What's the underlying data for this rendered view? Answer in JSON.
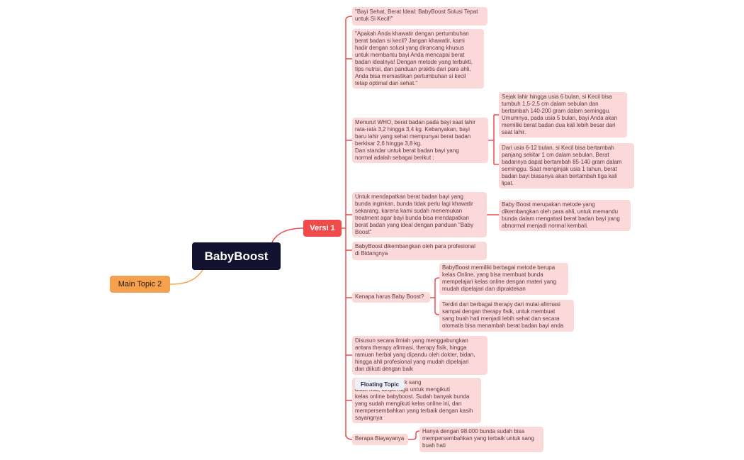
{
  "root": {
    "label": "BabyBoost"
  },
  "main_topic_2": {
    "label": "Main Topic 2"
  },
  "versi": {
    "label": "Versi 1"
  },
  "floating_topic": {
    "label": "Floating Topic"
  },
  "topics": [
    {
      "text": "\"Bayi Sehat, Berat Ideal: BabyBoost Solusi Tepat\nuntuk Si Kecil!\""
    },
    {
      "text": "\"Apakah Anda khawatir dengan pertumbuhan\nberat badan si kecil? Jangan khawatir, kami\nhadir dengan solusi yang dirancang khusus\nuntuk membantu bayi Anda mencapai berat\nbadan idealnya! Dengan metode yang terbukti,\ntips nutrisi, dan panduan praktis dari para ahli,\nAnda bisa memastikan pertumbuhan si kecil\ntetap optimal dan sehat.\""
    },
    {
      "text": "Menurut WHO, berat badan pada bayi saat lahir\nrata-rata 3,2 hingga 3,4 kg. Kebanyakan, bayi\nbaru lahir yang sehat mempunyai berat badan\nberkisar 2,6 hingga 3,8 kg.\nDan standar untuk berat badan bayi yang\nnormal adalah sebagai berikut :"
    },
    {
      "text": "Sejak lahir hingga usia 6 bulan, si Kecil bisa\ntumbuh 1,5-2,5 cm dalam sebulan dan\nbertambah 140-200 gram dalam seminggu.\nUmumnya, pada usia 5 bulan, bayi Anda akan\nmemiliki berat badan dua kali lebih besar dari\nsaat lahir."
    },
    {
      "text": "Dari usia 6-12 bulan, si Kecil bisa bertambah\npanjang sekitar 1 cm dalam sebulan. Berat\nbadannya dapat bertambah 85-140 gram dalam\nseminggu. Saat menginjak usia 1 tahun, berat\nbadan bayi biasanya akan bertambah tiga kali\nlipat."
    },
    {
      "text": "Untuk mendapatkan berat badan bayi yang\nbunda inginkan, bunda tidak perlu lagi khawatir\nsekarang. karena kami sudah menemukan\ntreatment agar bayi bunda bisa mendapatkan\nberat badan yang ideal dengan panduan  \"Baby\nBoost\""
    },
    {
      "text": "Baby Boost merupakan metode yang\ndikembangkan oleh para ahli, untuk memandu\nbunda dalam mengatasi berat badan bayi yang\nabnormal menjadi normal kembali."
    },
    {
      "text": "BabyBoost dikembangkan oleh para profesional\ndi Bidangnya"
    },
    {
      "text": "Kenapa harus Baby Boost?"
    },
    {
      "text": "BabyBoost memiliki berbagai metode berupa\nkelas Online, yang bisa membuat bunda\nmempelajari kelas online dengan materi yang\nmudah dipelajari dan dipraktekan"
    },
    {
      "text": "Terdiri dari berbagai therapy dari mulai afirmasi\nsampai dengan therapy fisik, untuk membuat\nsang buah hati menjadi lebih sehat dan secara\notomatis bisa menambah berat badan bayi anda"
    },
    {
      "text": "Disusun secara ilmiah yang menggabungkan\nantara therapy afirmasi, therapy fisik, hingga\nramuan herbal yang dipandu oleh dokter, bidan,\nhingga ahli profesional yang mudah dipelajari\ndan diikuti dengan baik"
    },
    {
      "text": "                              in yang terbaik untuk sang\nbuah hati, tanpa ragu untuk mengikuti\nkelas online babyboost. Sudah banyak bunda\nyang sudah mengikuti kelas online ini, dan\nmempersembahkan yang terbaik dengan kasih\nsayangnya"
    },
    {
      "text": "Berapa Biayayanya"
    },
    {
      "text": "Hanya dengan 98.000 bunda sudah bisa\nmempersembahkan yang terbaik untuk sang\nbuah hati"
    }
  ],
  "colors": {
    "root": "#121230",
    "branch": "#ef4b4b",
    "topic_bg": "#fcd9d9",
    "main2": "#f5a04e",
    "line_main2": "#f5a04e"
  }
}
